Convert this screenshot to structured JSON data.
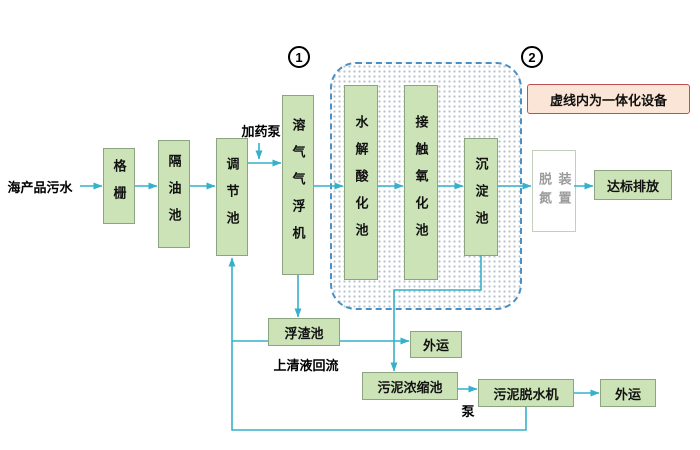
{
  "palette": {
    "box_fill": "#cbe3b6",
    "box_border": "#8ba581",
    "arrow": "#35b1c9",
    "dashed_border": "#4a90c4",
    "dot_fill": "#b7c3cd",
    "note_fill": "#fbe5d6",
    "note_border": "#c0504d",
    "muted_text": "#9c9c9c"
  },
  "flow": {
    "influent": "海产品污水",
    "nodes": {
      "grid": "格栅",
      "oil_tank": "隔油池",
      "regulating_tank": "调节池",
      "daf": "溶气气浮机",
      "hydrolysis": "水解酸化池",
      "contact_oxidation": "接触氧化池",
      "sedimentation": "沉淀池",
      "denitrification": "脱氮装置",
      "discharge": "达标排放",
      "scum_tank": "浮渣池",
      "haul_away_1": "外运",
      "sludge_thickener": "污泥浓缩池",
      "sludge_dewatering": "污泥脱水机",
      "haul_away_2": "外运"
    },
    "labels": {
      "dosing_pump": "加药泵",
      "supernatant_return": "上清液回流",
      "pump": "泵"
    },
    "note": "虚线内为一体化设备",
    "markers": [
      "1",
      "2"
    ]
  }
}
